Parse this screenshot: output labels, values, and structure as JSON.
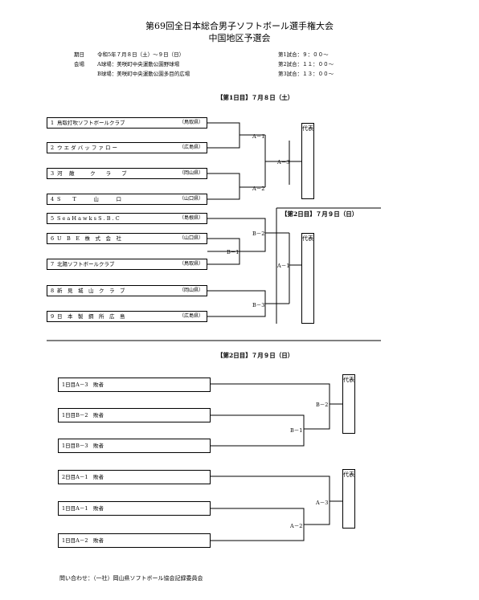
{
  "header": {
    "title": "第69回全日本総合男子ソフトボール選手権大会",
    "subtitle": "中国地区予選会"
  },
  "info": {
    "date_label": "期日",
    "date_value": "令和5年７月８日（土）～９日（日）",
    "venue_label": "会場",
    "venue_a": "A球場：美咲町中央運動公園野球場",
    "venue_b": "B球場：美咲町中央運動公園多目的広場",
    "game1": "第1試合：９：００～",
    "game2": "第2試合：１１：００～",
    "game3": "第3試合：１３：００～"
  },
  "days": {
    "day1": "【第1日目】７月８日（土）",
    "day2a": "【第2日目】７月９日（日）",
    "day2b": "【第2日目】７月９日（日）"
  },
  "teams": [
    {
      "num": "1",
      "name": "鳥取打吹ソフトボールクラブ",
      "pref": "（鳥取県）"
    },
    {
      "num": "2",
      "name": "ウ エ ダ バ ッ フ ァ ロ ー",
      "pref": "（広島県）"
    },
    {
      "num": "3",
      "name": "河　 敵　　　ク　　ラ　　ブ",
      "pref": "（岡山県）"
    },
    {
      "num": "4",
      "name": "S　　 T　　　 山　　　 口",
      "pref": "（山口県）"
    },
    {
      "num": "5",
      "name": "S e a  H a w k s  S . B . C",
      "pref": "（島根県）"
    },
    {
      "num": "6",
      "name": "U　B　E　株　式　会　社",
      "pref": "（山口県）"
    },
    {
      "num": "7",
      "name": "北陽ソフトボールクラブ",
      "pref": "（鳥取県）"
    },
    {
      "num": "8",
      "name": "新　見　城　山　ク　ラ　ブ",
      "pref": "（岡山県）"
    },
    {
      "num": "9",
      "name": "日　本　製　鋼　所　広　島",
      "pref": "（広島県）"
    }
  ],
  "labels": {
    "a1": "A－1",
    "a2": "A－2",
    "a3": "A－3",
    "b1": "B－1",
    "b2": "B－2",
    "b3": "B－3",
    "a1_day2": "A－1",
    "rep": "代表"
  },
  "consolation": {
    "entries": [
      "1日目A－3　敗者",
      "1日目B－2　敗者",
      "1日目B－3　敗者",
      "2日目A－1　敗者",
      "1日目A－1　敗者",
      "1日目A－2　敗者"
    ],
    "labels": {
      "b1": "B－1",
      "b2": "B－2",
      "a2": "A－2",
      "a3": "A－3"
    }
  },
  "footer": "問い合わせ：（一社）岡山県ソフトボール協会記録委員会"
}
